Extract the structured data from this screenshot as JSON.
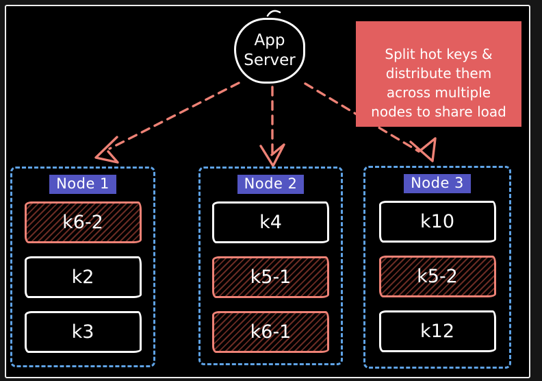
{
  "diagram": {
    "title_hint": "Hot key splitting across cache nodes",
    "app_server": {
      "label": "App\nServer"
    },
    "annotation": {
      "text": "Split hot keys &\ndistribute them\nacross multiple\nnodes to share load"
    },
    "nodes": [
      {
        "label": "Node 1",
        "keys": [
          {
            "label": "k6-2",
            "hot": true
          },
          {
            "label": "k2",
            "hot": false
          },
          {
            "label": "k3",
            "hot": false
          }
        ]
      },
      {
        "label": "Node 2",
        "keys": [
          {
            "label": "k4",
            "hot": false
          },
          {
            "label": "k5-1",
            "hot": true
          },
          {
            "label": "k6-1",
            "hot": true
          }
        ]
      },
      {
        "label": "Node 3",
        "keys": [
          {
            "label": "k10",
            "hot": false
          },
          {
            "label": "k5-2",
            "hot": true
          },
          {
            "label": "k12",
            "hot": false
          }
        ]
      }
    ]
  },
  "colors": {
    "background": "#000000",
    "frame": "#efefef",
    "salmon_arrow": "#ee8276",
    "annotation_bg": "#e25f5f",
    "node_border_blue": "#5fa3e6",
    "node_label_purple": "#5355c2",
    "key_border_white": "#ffffff",
    "hot_hatch": "#c45042"
  }
}
